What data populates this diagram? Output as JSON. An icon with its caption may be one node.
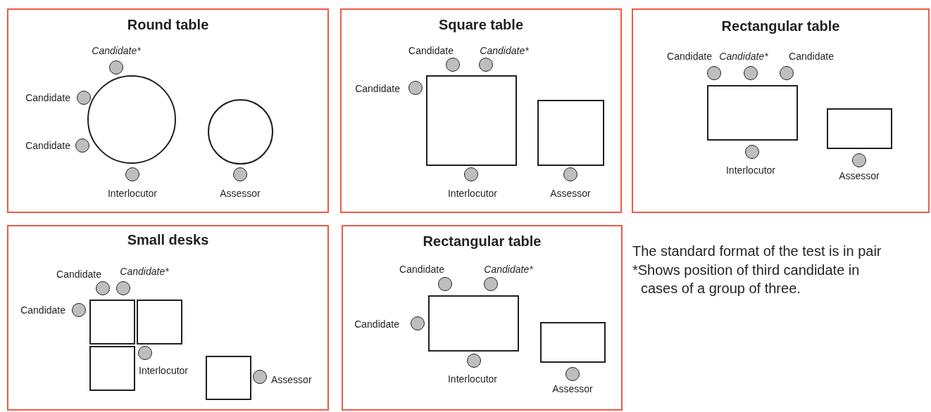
{
  "diagram": {
    "nodes": [
      {
        "text": [
          "Round table"
        ]
      },
      {
        "text": [],
        "shape": "circle",
        "in": 0,
        "beside": [
          "Candidate*"
        ]
      },
      {
        "text": [],
        "shape": "circle",
        "in": 0,
        "beside": [
          "Candidate"
        ]
      },
      {
        "text": [],
        "shape": "circle",
        "in": 0,
        "beside": [
          "Candidate"
        ]
      },
      {
        "text": [],
        "shape": "circle",
        "in": 0,
        "beside": [
          "Interlocutor"
        ]
      },
      {
        "text": [],
        "shape": "circle",
        "in": 0,
        "beside": [
          "Assessor"
        ]
      },
      {
        "text": [],
        "shape": "circle",
        "in": 0
      },
      {
        "text": [],
        "shape": "circle",
        "in": 0
      },
      {
        "text": [
          "Square table"
        ]
      },
      {
        "text": [],
        "shape": "circle",
        "in": 8,
        "beside": [
          "Candidate"
        ]
      },
      {
        "text": [],
        "shape": "circle",
        "in": 8,
        "beside": [
          "Candidate*"
        ]
      },
      {
        "text": [],
        "shape": "circle",
        "in": 8,
        "beside": [
          "Candidate"
        ]
      },
      {
        "text": [],
        "shape": "circle",
        "in": 8,
        "beside": [
          "Interlocutor"
        ]
      },
      {
        "text": [],
        "shape": "circle",
        "in": 8,
        "beside": [
          "Assessor"
        ]
      },
      {
        "text": [],
        "shape": "box",
        "in": 8
      },
      {
        "text": [],
        "shape": "box",
        "in": 8
      },
      {
        "text": [
          "Rectangular table"
        ]
      },
      {
        "text": [],
        "shape": "circle",
        "in": 16,
        "beside": [
          "Candidate"
        ]
      },
      {
        "text": [],
        "shape": "circle",
        "in": 16,
        "beside": [
          "Candidate*"
        ]
      },
      {
        "text": [],
        "shape": "circle",
        "in": 16,
        "beside": [
          "Candidate"
        ]
      },
      {
        "text": [],
        "shape": "circle",
        "in": 16,
        "beside": [
          "Interlocutor"
        ]
      },
      {
        "text": [],
        "shape": "circle",
        "in": 16,
        "beside": [
          "Assessor"
        ]
      },
      {
        "text": [],
        "shape": "box",
        "in": 16
      },
      {
        "text": [],
        "shape": "box",
        "in": 16
      },
      {
        "text": [
          "Small desks"
        ]
      },
      {
        "text": [],
        "shape": "circle",
        "in": 24,
        "beside": [
          "Candidate"
        ]
      },
      {
        "text": [],
        "shape": "circle",
        "in": 24,
        "beside": [
          "Candidate*"
        ]
      },
      {
        "text": [],
        "shape": "circle",
        "in": 24,
        "beside": [
          "Candidate"
        ]
      },
      {
        "text": [],
        "shape": "circle",
        "in": 24,
        "beside": [
          "Interlocutor"
        ]
      },
      {
        "text": [],
        "shape": "circle",
        "in": 24,
        "beside": [
          "Assessor"
        ]
      },
      {
        "text": [],
        "shape": "box",
        "in": 24
      },
      {
        "text": [],
        "shape": "box",
        "in": 24
      },
      {
        "text": [],
        "shape": "box",
        "in": 24
      },
      {
        "text": [],
        "shape": "box",
        "in": 24
      },
      {
        "text": [
          "Rectangular table"
        ]
      },
      {
        "text": [],
        "shape": "circle",
        "in": 34,
        "beside": [
          "Candidate"
        ]
      },
      {
        "text": [],
        "shape": "circle",
        "in": 34,
        "beside": [
          "Candidate*"
        ]
      },
      {
        "text": [],
        "shape": "circle",
        "in": 34,
        "beside": [
          "Candidate"
        ]
      },
      {
        "text": [],
        "shape": "circle",
        "in": 34,
        "beside": [
          "Interlocutor"
        ]
      },
      {
        "text": [],
        "shape": "circle",
        "in": 34,
        "beside": [
          "Assessor"
        ]
      },
      {
        "text": [],
        "shape": "box",
        "in": 34
      },
      {
        "text": [],
        "shape": "box",
        "in": 34
      }
    ],
    "labels": [
      "The standard format of the test is in pair",
      "*Shows position of third candidate in cases of a group of three."
    ]
  }
}
